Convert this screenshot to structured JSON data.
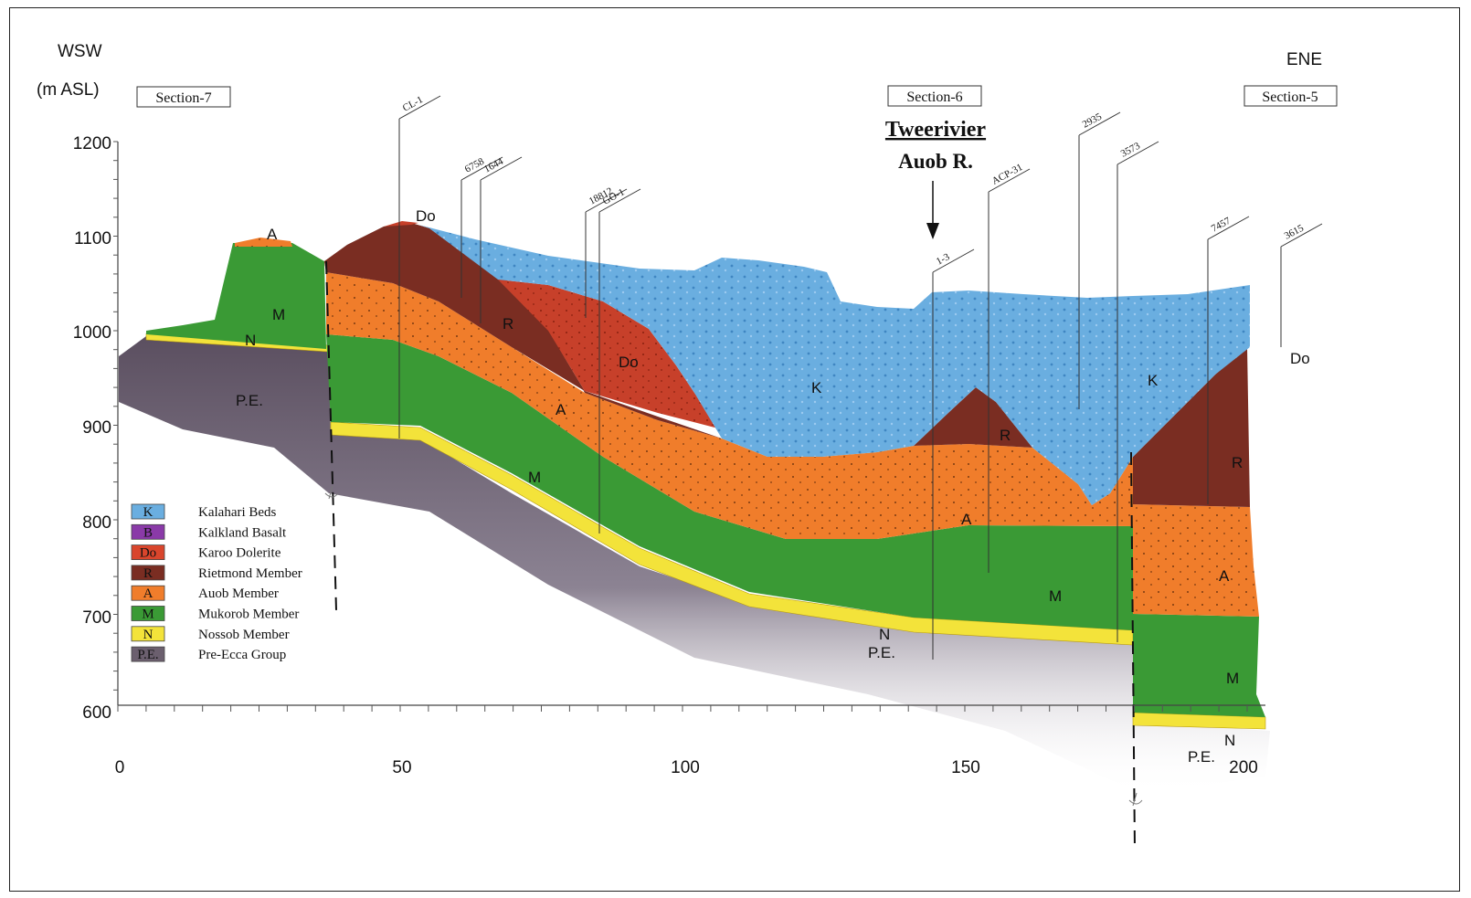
{
  "orientation": {
    "left": "WSW",
    "right": "ENE"
  },
  "y_axis": {
    "unit": "(m  ASL)",
    "ticks": [
      "1200",
      "1100",
      "1000",
      "900",
      "800",
      "700",
      "600"
    ]
  },
  "x_axis": {
    "ticks": [
      "0",
      "50",
      "100",
      "150",
      "200"
    ]
  },
  "sections": [
    "Section-7",
    "Section-6",
    "Section-5"
  ],
  "locality": {
    "name": "Tweerivier",
    "river": "Auob  R."
  },
  "boreholes": [
    "CL-1",
    "6758",
    "1644",
    "18812",
    "GO-1",
    "1-3",
    "ACP-31",
    "2935",
    "3573",
    "7457",
    "3615"
  ],
  "unit_labels": {
    "K": "K",
    "Do": "Do",
    "R": "R",
    "A": "A",
    "M": "M",
    "N": "N",
    "PE": "P.E."
  },
  "legend": [
    {
      "code": "K",
      "name": "Kalahari  Beds",
      "color": "#6aaee0"
    },
    {
      "code": "B",
      "name": "Kalkland Basalt",
      "color": "#8a3aa8"
    },
    {
      "code": "Do",
      "name": "Karoo Dolerite",
      "color": "#d9452c"
    },
    {
      "code": "R",
      "name": "Rietmond Member",
      "color": "#7a2d22"
    },
    {
      "code": "A",
      "name": "Auob Member",
      "color": "#f07d2b"
    },
    {
      "code": "M",
      "name": "Mukorob Member",
      "color": "#3a9a35"
    },
    {
      "code": "N",
      "name": "Nossob Member",
      "color": "#f3e33a"
    },
    {
      "code": "P.E.",
      "name": "Pre-Ecca Group",
      "color": "#6b5f6e"
    }
  ]
}
